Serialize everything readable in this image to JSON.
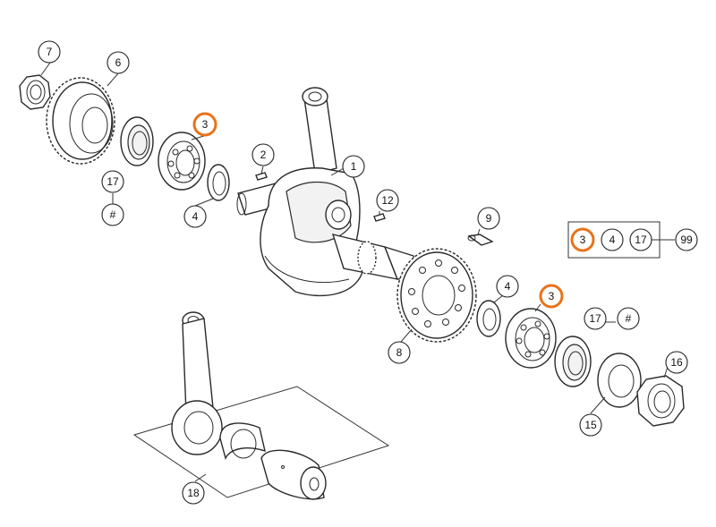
{
  "accent_color": "#e8731c",
  "callouts": [
    {
      "id": "c7",
      "label": "7"
    },
    {
      "id": "c6",
      "label": "6"
    },
    {
      "id": "c3a",
      "label": "3",
      "highlight": true
    },
    {
      "id": "c2",
      "label": "2"
    },
    {
      "id": "c1",
      "label": "1"
    },
    {
      "id": "c17a",
      "label": "17"
    },
    {
      "id": "cHa",
      "label": "#"
    },
    {
      "id": "c4a",
      "label": "4"
    },
    {
      "id": "c12",
      "label": "12"
    },
    {
      "id": "c9",
      "label": "9"
    },
    {
      "id": "c4b",
      "label": "4"
    },
    {
      "id": "c3b",
      "label": "3",
      "highlight": true
    },
    {
      "id": "c17b",
      "label": "17"
    },
    {
      "id": "cHb",
      "label": "#"
    },
    {
      "id": "c8",
      "label": "8"
    },
    {
      "id": "c16",
      "label": "16"
    },
    {
      "id": "c15",
      "label": "15"
    },
    {
      "id": "c18",
      "label": "18"
    }
  ],
  "kit": [
    {
      "id": "k3",
      "label": "3",
      "highlight": true
    },
    {
      "id": "k4",
      "label": "4"
    },
    {
      "id": "k17",
      "label": "17"
    },
    {
      "id": "k99",
      "label": "99"
    }
  ]
}
